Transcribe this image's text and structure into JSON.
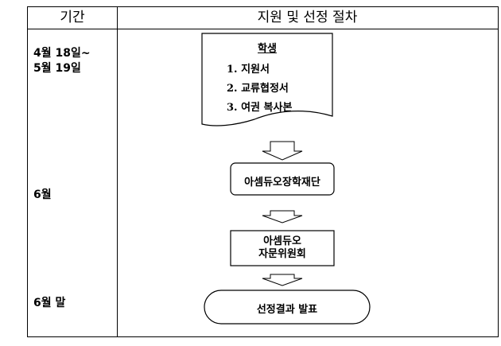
{
  "table": {
    "header_period": "기간",
    "header_process": "지원 및 선정 절차"
  },
  "periods": [
    {
      "line1": "4월 18일~",
      "line2": "5월 19일"
    },
    {
      "line1": "6월"
    },
    {
      "line1": "6월 말"
    }
  ],
  "flow": {
    "document": {
      "title": "학생",
      "items": [
        "1.  지원서",
        "2.  교류협정서",
        "3.  여권  복사본"
      ]
    },
    "step2": "아셈듀오장학재단",
    "step3_line1": "아셈듀오",
    "step3_line2": "자문위원회",
    "terminal": "선정결과  발표"
  }
}
